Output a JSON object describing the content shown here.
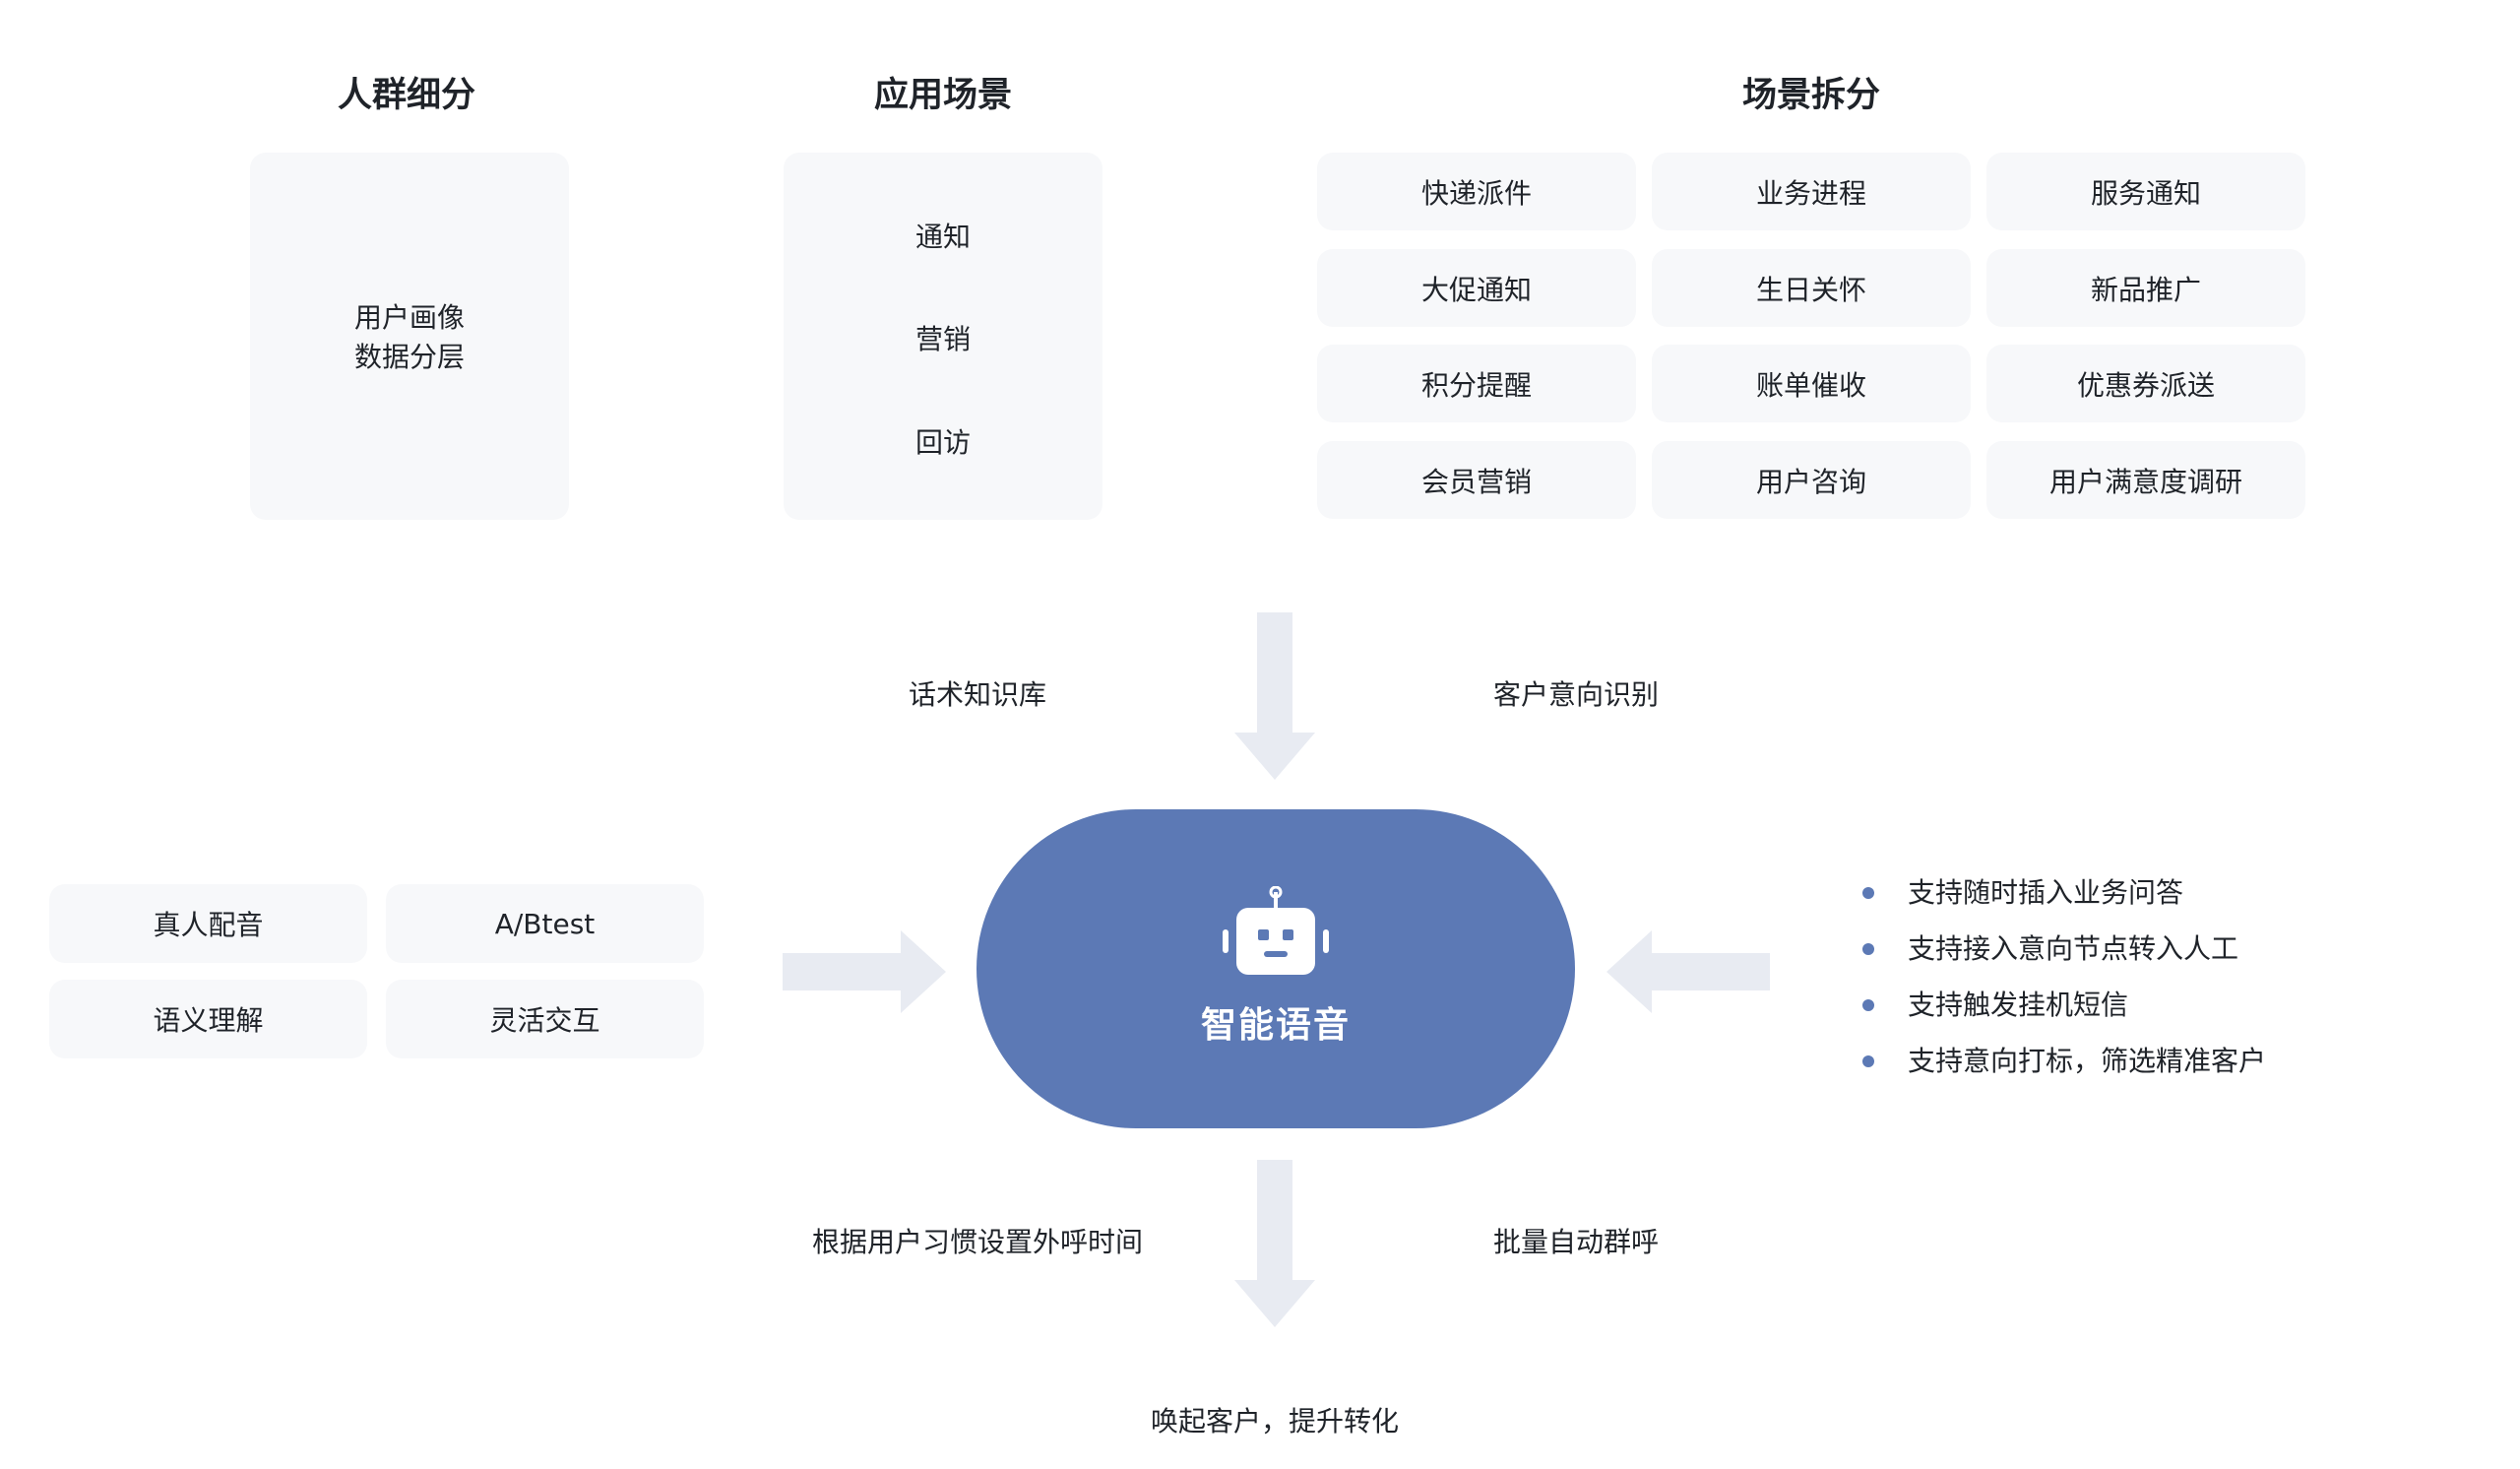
{
  "titles": {
    "segmentation": "人群细分",
    "scenarios": "应用场景",
    "breakdown": "场景拆分"
  },
  "segmentation": {
    "line1": "用户画像",
    "line2": "数据分层"
  },
  "scenarios": {
    "items": [
      "通知",
      "营销",
      "回访"
    ]
  },
  "breakdown": {
    "items": [
      "快递派件",
      "业务进程",
      "服务通知",
      "大促通知",
      "生日关怀",
      "新品推广",
      "积分提醒",
      "账单催收",
      "优惠券派送",
      "会员营销",
      "用户咨询",
      "用户满意度调研"
    ]
  },
  "top_labels": {
    "left": "话术知识库",
    "right": "客户意向识别"
  },
  "features": {
    "items": [
      "真人配音",
      "A/Btest",
      "语义理解",
      "灵活交互"
    ]
  },
  "hub": {
    "title": "智能语音",
    "icon": "robot-icon"
  },
  "capabilities": {
    "items": [
      "支持随时插入业务问答",
      "支持接入意向节点转入人工",
      "支持触发挂机短信",
      "支持意向打标，筛选精准客户"
    ]
  },
  "bottom_labels": {
    "left": "根据用户习惯设置外呼时间",
    "right": "批量自动群呼"
  },
  "outcome": "唤起客户，提升转化",
  "colors": {
    "hub": "#5c79b5",
    "arrow": "#e8ebf2",
    "panel": "#f7f8fa",
    "bullet": "#5c79b5"
  }
}
